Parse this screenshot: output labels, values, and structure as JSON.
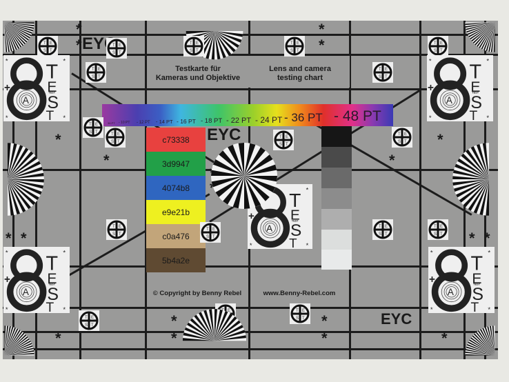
{
  "chart": {
    "title_de": "Testkarte für\nKameras und Objektive",
    "title_de_line1": "Testkarte für",
    "title_de_line2": "Kameras und Objektive",
    "title_en_line1": "Lens and camera",
    "title_en_line2": "testing chart",
    "copyright": "© Copyright by Benny Rebel",
    "website": "www.Benny-Rebel.com",
    "eyc_label": "EYC",
    "test_label": "TEST",
    "big_glyph": "8",
    "circle_letter": "A",
    "font_scale": [
      {
        "label": "36 PT",
        "size": 4
      },
      {
        "label": "- 10 PT",
        "size": 5
      },
      {
        "label": "- 12 PT",
        "size": 6
      },
      {
        "label": "- 14 PT",
        "size": 7.5
      },
      {
        "label": "- 16 PT",
        "size": 8.5
      },
      {
        "label": "- 18 PT",
        "size": 9.5
      },
      {
        "label": "- 22 PT",
        "size": 11
      },
      {
        "label": "- 24 PT",
        "size": 12
      },
      {
        "label": "- 36 PT",
        "size": 17
      },
      {
        "label": "- 48 PT",
        "size": 21
      }
    ],
    "color_swatches": [
      {
        "label": "c73338",
        "color": "#e8413f"
      },
      {
        "label": "3d9947",
        "color": "#22a048"
      },
      {
        "label": "4074b8",
        "color": "#2f66c0"
      },
      {
        "label": "e9e21b",
        "color": "#eef020"
      },
      {
        "label": "c0a476",
        "color": "#c2a57a"
      },
      {
        "label": "5b4a2e",
        "color": "#5f4a32"
      }
    ],
    "gray_steps": [
      "#161616",
      "#4a4a4a",
      "#6a6a6a",
      "#8c8c8c",
      "#aeaeae",
      "#dcdedd",
      "#e6e8e8"
    ],
    "colors": {
      "background": "#9a9a99",
      "paper": "#e9e9e4",
      "lines": "#1c1c1c"
    }
  }
}
